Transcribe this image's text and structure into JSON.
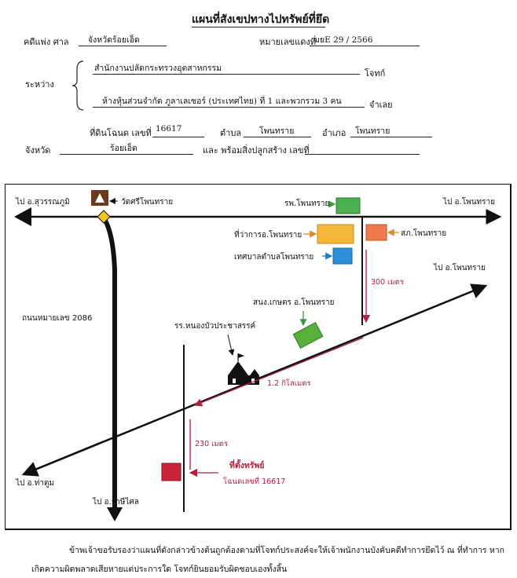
{
  "header": {
    "title": "แผนที่สังเขปทางไปทรัพย์ที่ยึด",
    "case_label": "คดีแพ่ง ศาล",
    "court": "จังหวัดร้อยเอ็ด",
    "case_no_label": "หมายเลขแดงที่",
    "case_no": "มยE 29 / 2566",
    "between_label": "ระหว่าง",
    "plaintiff": "สำนักงานปลัดกระทรวงอุตสาหกรรม",
    "plaintiff_role": "โจทก์",
    "defendant": "ห้างหุ้นส่วนจำกัด ภูลาเลเซอร์ (ประเทศไทย) ที่ 1 และพวกรวม 3 คน",
    "defendant_role": "จำเลย",
    "deed_label": "ที่ดินโฉนด เลขที่",
    "deed_no": "16617",
    "subdistrict_label": "ตำบล",
    "subdistrict": "โพนทราย",
    "district_label": "อำเภอ",
    "district": "โพนทราย",
    "province_label": "จังหวัด",
    "province": "ร้อยเอ็ด",
    "building_label": "และ พร้อมสิ่งปลูกสร้าง เลขที่",
    "building_no": ""
  },
  "map": {
    "labels": {
      "to_suwannaphum": "ไป อ.สุวรรณภูมิ",
      "temple": "วัดศรีโพนทราย",
      "hospital": "รพ.โพนทราย",
      "to_phonsai_top": "ไป อ.โพนทราย",
      "district_office": "ที่ว่าการอ.โพนทราย",
      "police": "สภ.โพนทราย",
      "municipality": "เทศบาลตำบลโพนทราย",
      "to_phonsai_right": "ไป อ.โพนทราย",
      "dist_300": "300 เมตร",
      "agri_office": "สนง.เกษตร อ.โพนทราย",
      "road_2086": "ถนนหมายเลข 2086",
      "school": "รร.หนองบัวประชาสรรค์",
      "dist_1_2": "1.2 กิโลเมตร",
      "dist_230": "230 เมตร",
      "property": "ที่ตั้งทรัพย์",
      "property_deed": "โฉนดเลขที่ 16617",
      "to_thatum": "ไป อ.ท่าตูม",
      "to_rasisalai": "ไป อ.ราษีไศล"
    },
    "colors": {
      "hospital": "#4caf50",
      "district_office": "#f5b83a",
      "police": "#f07a4e",
      "municipality": "#2e8fd8",
      "agri_office": "#5aae3c",
      "property": "#c8243a",
      "distance": "#b02040"
    }
  },
  "footer": {
    "line1": "ข้าพเจ้าขอรับรองว่าแผนที่ดังกล่าวข้างต้นถูกต้องตามที่โจทก์ประสงค์จะให้เจ้าพนักงานบังคับคดีทำการยึดไว้ ณ ที่ทำการ หาก",
    "line2": "เกิดความผิดพลาดเสียหายแต่ประการใด โจทก์ยินยอมรับผิดชอบเองทั้งสิ้น"
  }
}
